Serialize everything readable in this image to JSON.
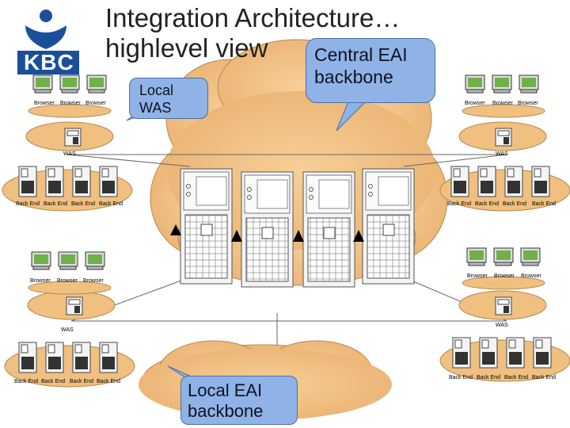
{
  "slide": {
    "title_line1": "Integration Architecture…",
    "title_line2": "highlevel view",
    "logo_text": "KBC"
  },
  "callouts": {
    "central": [
      "Central EAI",
      "backbone"
    ],
    "local_was": [
      "Local",
      "WAS"
    ],
    "local_eai": [
      "Local EAI",
      "backbone"
    ]
  },
  "labels": {
    "browser": "Browser",
    "back_end": "Back End",
    "was": "WAS"
  },
  "colors": {
    "cloud": "#f2c48a",
    "callout": "#8fb3e6",
    "monitor_screen": "#6fb04a",
    "logo_blue": "#1a4f9c"
  }
}
